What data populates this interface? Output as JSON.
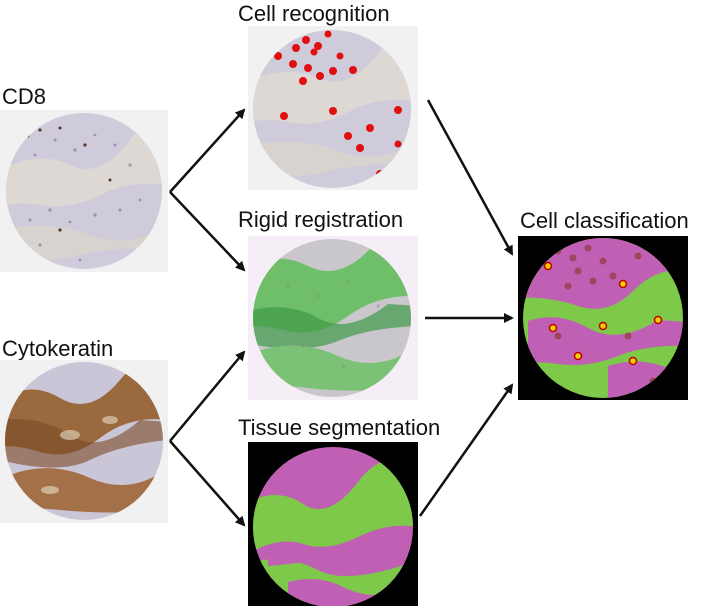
{
  "labels": {
    "cd8": "CD8",
    "cytokeratin": "Cytokeratin",
    "cell_recognition": "Cell recognition",
    "rigid_registration": "Rigid registration",
    "tissue_segmentation": "Tissue segmentation",
    "cell_classification": "Cell classification"
  },
  "colors": {
    "he_background": "#c8c4d6",
    "brown_stain": "#8a5a32",
    "detected_cell": "#e01010",
    "registration_green": "#59b85a",
    "stroma_magenta": "#c060b4",
    "epithelium_green": "#7ec84a",
    "cd8_in_stroma": "#a04560",
    "cd8_in_epithelium": "#f0d000",
    "arrow": "#111111"
  },
  "flow": [
    {
      "from": "cd8",
      "to": "cell_recognition"
    },
    {
      "from": "cd8",
      "to": "rigid_registration"
    },
    {
      "from": "cytokeratin",
      "to": "rigid_registration"
    },
    {
      "from": "cytokeratin",
      "to": "tissue_segmentation"
    },
    {
      "from": "cell_recognition",
      "to": "cell_classification"
    },
    {
      "from": "rigid_registration",
      "to": "cell_classification"
    },
    {
      "from": "tissue_segmentation",
      "to": "cell_classification"
    }
  ]
}
